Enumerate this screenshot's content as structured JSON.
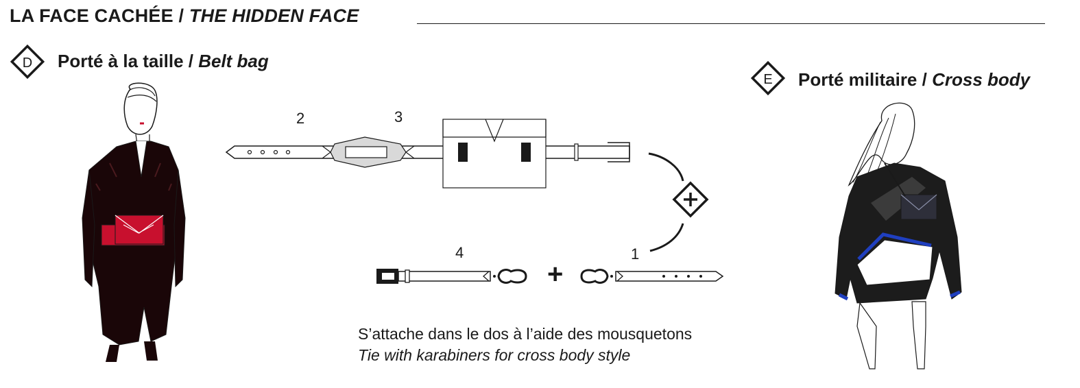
{
  "header": {
    "title_fr": "LA FACE CACHÉE / ",
    "title_en": "THE HIDDEN FACE"
  },
  "sections": [
    {
      "letter": "D",
      "label_fr": "Porté à la taille / ",
      "label_en": "Belt bag"
    },
    {
      "letter": "E",
      "label_fr": "Porté militaire / ",
      "label_en": "Cross body"
    }
  ],
  "diagram": {
    "labels": {
      "n1": "1",
      "n2": "2",
      "n3": "3",
      "n4": "4"
    },
    "plus_sign": "+"
  },
  "caption": {
    "fr": "S’attache dans le dos à l’aide des mousquetons",
    "en": "Tie with karabiners for cross body style"
  },
  "colors": {
    "ink": "#1a1a1a",
    "bag_red": "#c8102e",
    "accent_blue": "#1f3fbf"
  }
}
